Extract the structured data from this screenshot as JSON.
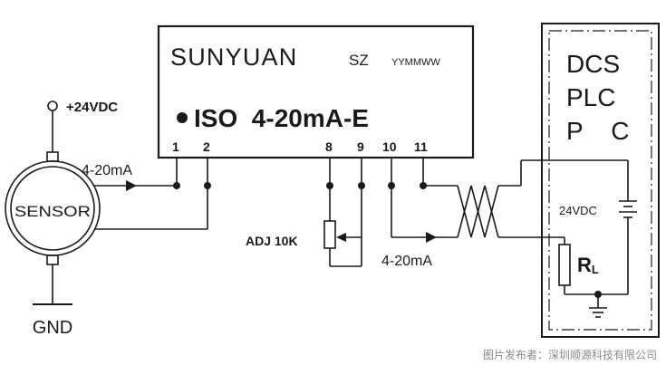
{
  "module": {
    "brand": "SUNYUAN",
    "series": "SZ",
    "date_code": "YYMMWW",
    "model": "ISO  4-20mA-E",
    "pins": [
      "1",
      "2",
      "8",
      "9",
      "10",
      "11"
    ]
  },
  "power": {
    "label": "+24VDC"
  },
  "sensor": {
    "label": "SENSOR"
  },
  "ground": {
    "label": "GND"
  },
  "input_signal": {
    "label": "4-20mA"
  },
  "output_signal": {
    "label": "4-20mA"
  },
  "potentiometer": {
    "label": "ADJ 10K"
  },
  "controller": {
    "lines": [
      "DCS",
      "PLC",
      "P    C"
    ],
    "supply_label": "24VDC",
    "resistor_label": "R",
    "resistor_subscript": "L"
  },
  "watermark": "图片发布者：深圳顺源科技有限公司",
  "colors": {
    "ink": "#1a1a1a",
    "background": "#ffffff",
    "watermark": "#8a8a8a"
  }
}
